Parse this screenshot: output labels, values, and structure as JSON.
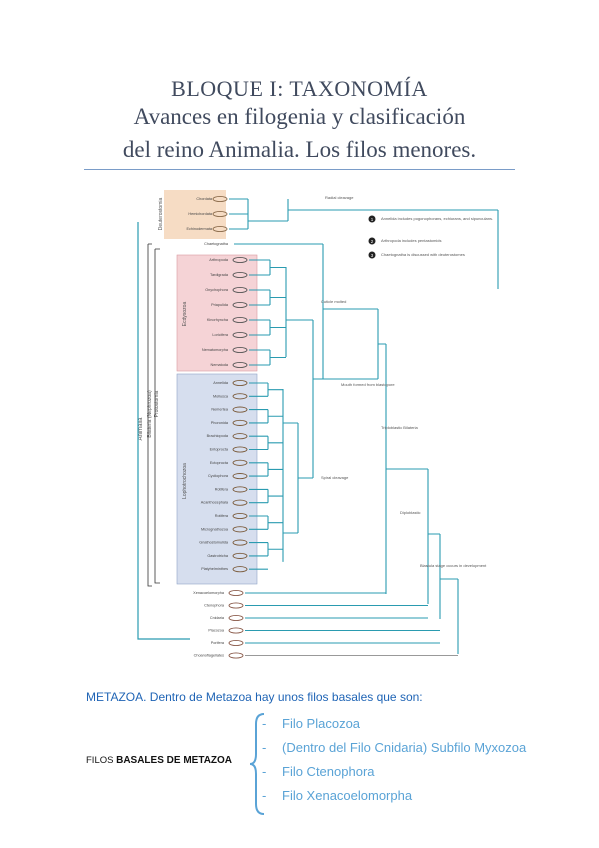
{
  "header": {
    "line1": "BLOQUE I: TAXONOMÍA",
    "line2": "Avances en filogenia y clasificación",
    "line3": "del reino Animalia. Los filos menores."
  },
  "figure": {
    "deuterostomia_label": "Deuterostomia",
    "ecdysozoa_label": "Ecdysozoa",
    "lophotrochozoa_label": "Lophotrochozoa",
    "protostomia_label": "Protostomia",
    "bilateria_label": "Bilateria (Nephrozoa)",
    "animalia_label": "Animalia",
    "deutero_taxa": [
      "Chordata",
      "Hemichordata",
      "Echinodermata"
    ],
    "chaetognatha": "Chaetognatha",
    "ecdy_taxa": [
      "Arthropoda",
      "Tardigrada",
      "Onychophora",
      "Priapulida",
      "Kinorhyncha",
      "Loricifera",
      "Nematomorpha",
      "Nematoda"
    ],
    "lopho_taxa": [
      "Annelida",
      "Mollusca",
      "Nemertea",
      "Phoronida",
      "Brachiopoda",
      "Entoprocta",
      "Ectoprocta",
      "Cycliophora",
      "Rotifera",
      "Acanthocephala",
      "Rotifera",
      "Micrognathozoa",
      "Gnathostomulida",
      "Gastrotricha",
      "Platyhelminthes"
    ],
    "basal_taxa": [
      "Xenacoelomorpha",
      "Ctenophora",
      "Cnidaria",
      "Placozoa",
      "Porifera",
      "Choanoflagellates"
    ],
    "node_labels": {
      "radial": "Radial cleavage",
      "cuticle": "Cuticle molted",
      "mouth": "Mouth formed from blastopore",
      "spiral": "Spiral cleavage",
      "triploblastic": "Triploblastic Bilateria",
      "diploblastic": "Diploblastic",
      "blastula": "Blastula stage occurs in development"
    },
    "notes": [
      {
        "num": "1",
        "text": "Annelida includes pogonophorans, echiurans, and sipunculans."
      },
      {
        "num": "2",
        "text": "Arthropoda includes pentastomids"
      },
      {
        "num": "3",
        "text": "Chaetognatha is discussed with deuterostomes"
      }
    ]
  },
  "metazoa": {
    "prefix": "METAZOA.",
    "text": " Dentro de Metazoa hay unos filos basales que son:"
  },
  "filos": {
    "prefix": "FILOS ",
    "bold": "BASALES DE METAZOA"
  },
  "basal_list": [
    "Filo Placozoa",
    "(Dentro del Filo Cnidaria) Subfilo Myxozoa",
    "Filo Ctenophora",
    "Filo Xenacoelomorpha"
  ],
  "colors": {
    "tree": "#2a9bb0",
    "deutero_bg": "#f6dcc4",
    "ecdy_bg": "#f5d3d6",
    "lopho_bg": "#d6deee",
    "text_blue": "#1f64b5",
    "list_blue": "#5aa3d6"
  }
}
